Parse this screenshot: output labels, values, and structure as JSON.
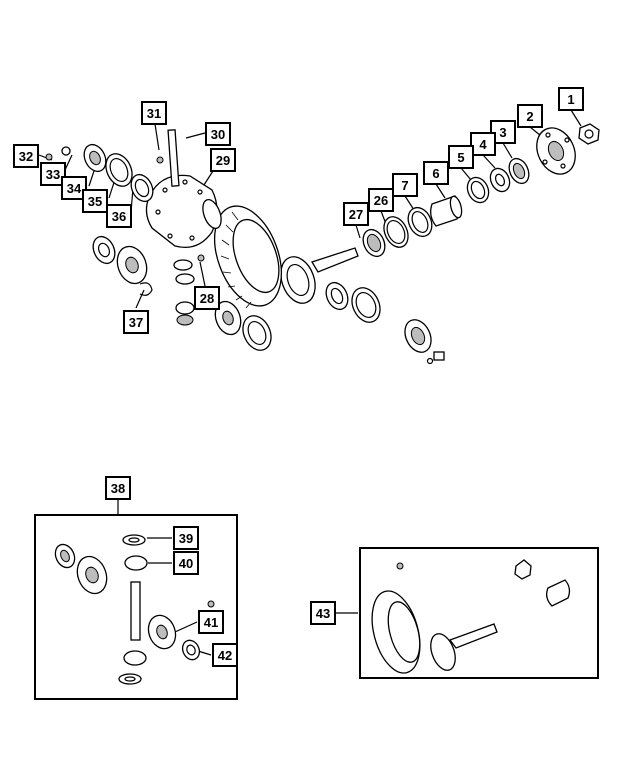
{
  "callouts": [
    {
      "label": "1"
    },
    {
      "label": "2"
    },
    {
      "label": "3"
    },
    {
      "label": "4"
    },
    {
      "label": "5"
    },
    {
      "label": "6"
    },
    {
      "label": "7"
    },
    {
      "label": "26"
    },
    {
      "label": "27"
    },
    {
      "label": "28"
    },
    {
      "label": "29"
    },
    {
      "label": "30"
    },
    {
      "label": "31"
    },
    {
      "label": "32"
    },
    {
      "label": "33"
    },
    {
      "label": "34"
    },
    {
      "label": "35"
    },
    {
      "label": "36"
    },
    {
      "label": "37"
    },
    {
      "label": "38"
    },
    {
      "label": "39"
    },
    {
      "label": "40"
    },
    {
      "label": "41"
    },
    {
      "label": "42"
    },
    {
      "label": "43"
    }
  ],
  "colors": {
    "line": "#000000",
    "background": "#ffffff",
    "shade": "#bdbdbd"
  }
}
